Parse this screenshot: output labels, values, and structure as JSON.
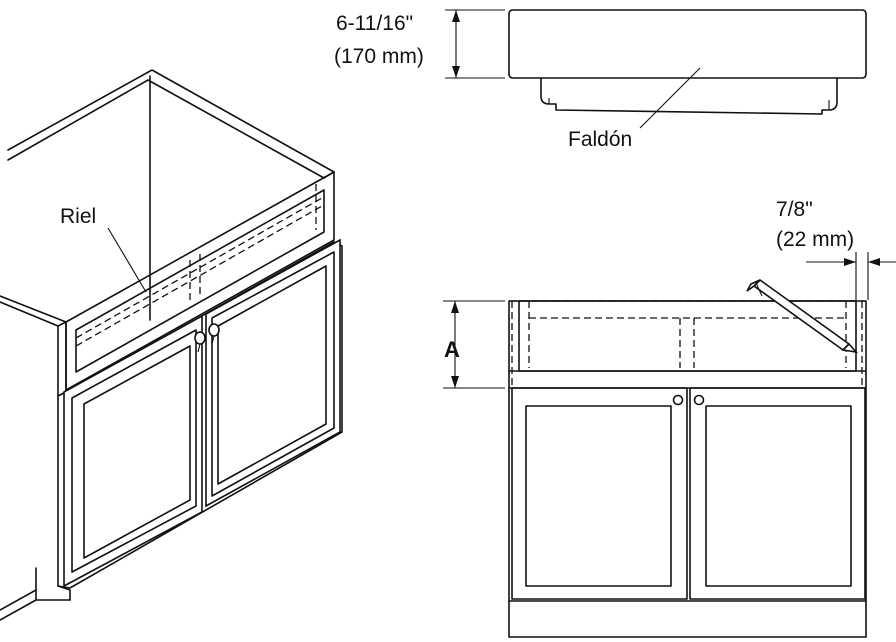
{
  "labels": {
    "apron_height_imperial": "6-11/16\"",
    "apron_height_metric": "(170 mm)",
    "apron": "Faldón",
    "rail": "Riel",
    "offset_imperial": "7/8\"",
    "offset_metric": "(22 mm)",
    "dimension_a": "A"
  }
}
